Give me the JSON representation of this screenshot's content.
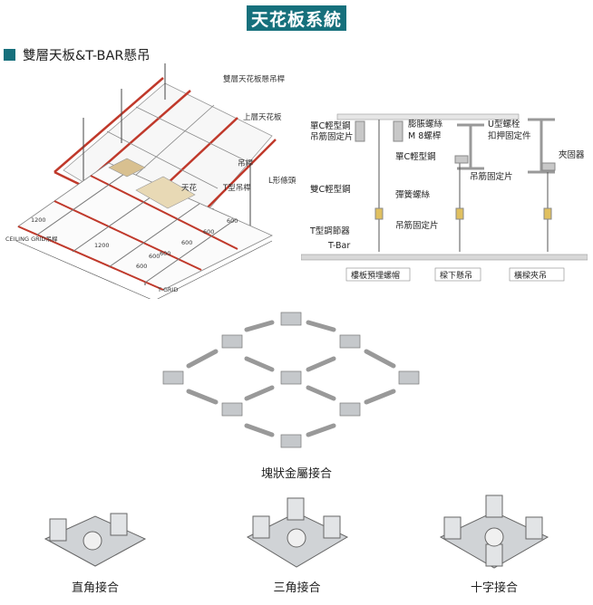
{
  "page": {
    "title": "天花板系統",
    "section_heading": "雙層天板&T-BAR懸吊"
  },
  "ceiling_diagram": {
    "label_double_hanger": "雙層天花板懸吊桿",
    "label_upper_ceiling": "上層天花板",
    "label_hanger_rod": "吊桿",
    "label_ceiling_board": "天花",
    "label_t_bar_rod": "T型吊桿",
    "label_l_bar": "L形條頭",
    "label_ceiling_grid": "CEILING GRID吊桿",
    "label_t_grid": "T-GRID",
    "dim_1200_a": "1200",
    "dim_1200_b": "1200",
    "dim_600_a": "600",
    "dim_600_b": "600",
    "dim_600_c": "600",
    "dim_600_d": "600",
    "dim_600_e": "600",
    "dim_600_f": "600"
  },
  "hanger_diagram": {
    "label_single_c": "單C輕型鋼",
    "label_hanger_clip": "吊筋固定片",
    "label_expansion_bolt": "膨脹螺絲",
    "label_m8": "M 8螺桿",
    "label_u_bolt": "U型螺栓",
    "label_clamp_fixer": "扣押固定件",
    "label_single_c2": "單C輕型鋼",
    "label_clamp": "夾固器",
    "label_fixing_plate": "吊筋固定片",
    "label_double_c": "雙C輕型鋼",
    "label_spring_screw": "彈簧螺絲",
    "label_hanger_fix2": "吊筋固定片",
    "label_t_adjuster": "T型調節器",
    "label_t_bar": "T-Bar",
    "bottom_1": "樓板預埋螺帽",
    "bottom_2": "樑下懸吊",
    "bottom_3": "橫樑夾吊"
  },
  "joints": {
    "caption": "塊狀金屬接合",
    "piece_1": "直角接合",
    "piece_2": "三角接合",
    "piece_3": "十字接合"
  },
  "colors": {
    "banner": "#16707c",
    "rod_red": "#c0392b",
    "metal": "#b9bcbf"
  }
}
